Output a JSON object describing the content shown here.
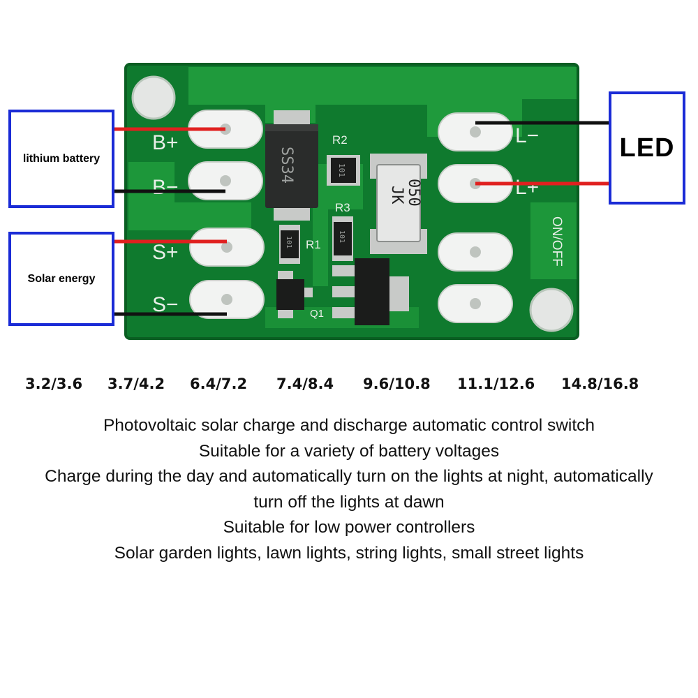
{
  "labels": {
    "battery": "lithium battery",
    "solar": "Solar energy",
    "led": "LED"
  },
  "pcb": {
    "silkscreen": {
      "b_plus": "B+",
      "b_minus": "B−",
      "s_plus": "S+",
      "s_minus": "S−",
      "l_minus": "L−",
      "l_plus": "L+",
      "on_off": "ON/OFF",
      "r1": "R1",
      "r2": "R2",
      "r3": "R3",
      "q1": "Q1"
    },
    "diode_marking": "SS34",
    "fuse_marking": [
      "JK",
      "050"
    ],
    "resistor_marking": "101"
  },
  "voltages": [
    "3.2/3.6",
    "3.7/4.2",
    "6.4/7.2",
    "7.4/8.4",
    "9.6/10.8",
    "11.1/12.6",
    "14.8/16.8"
  ],
  "description": [
    "Photovoltaic solar charge and discharge automatic control switch",
    "Suitable for a variety of battery voltages",
    "Charge during the day and automatically turn on the lights at night, automatically",
    "turn off the lights at dawn",
    "Suitable for low power controllers",
    "Solar garden lights, lawn lights, string lights, small street lights"
  ],
  "colors": {
    "board": "#0f7a2e",
    "trace": "#1f9a3c",
    "box_border": "#1a2bd6",
    "wire_red": "#e0201f",
    "wire_black": "#111111"
  }
}
